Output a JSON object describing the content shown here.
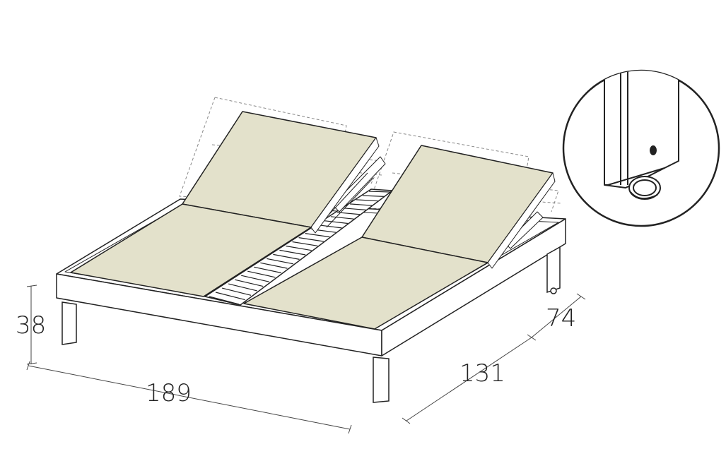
{
  "dimensions": {
    "height": "38",
    "length": "189",
    "depth": "131",
    "backrest": "74"
  },
  "colors": {
    "mattress_fill": "#e3e1cb",
    "outline": "#222222",
    "dashed": "#777777",
    "frame_fill": "#ffffff"
  },
  "icons": {
    "detail": "caster-wheel-detail-icon"
  }
}
